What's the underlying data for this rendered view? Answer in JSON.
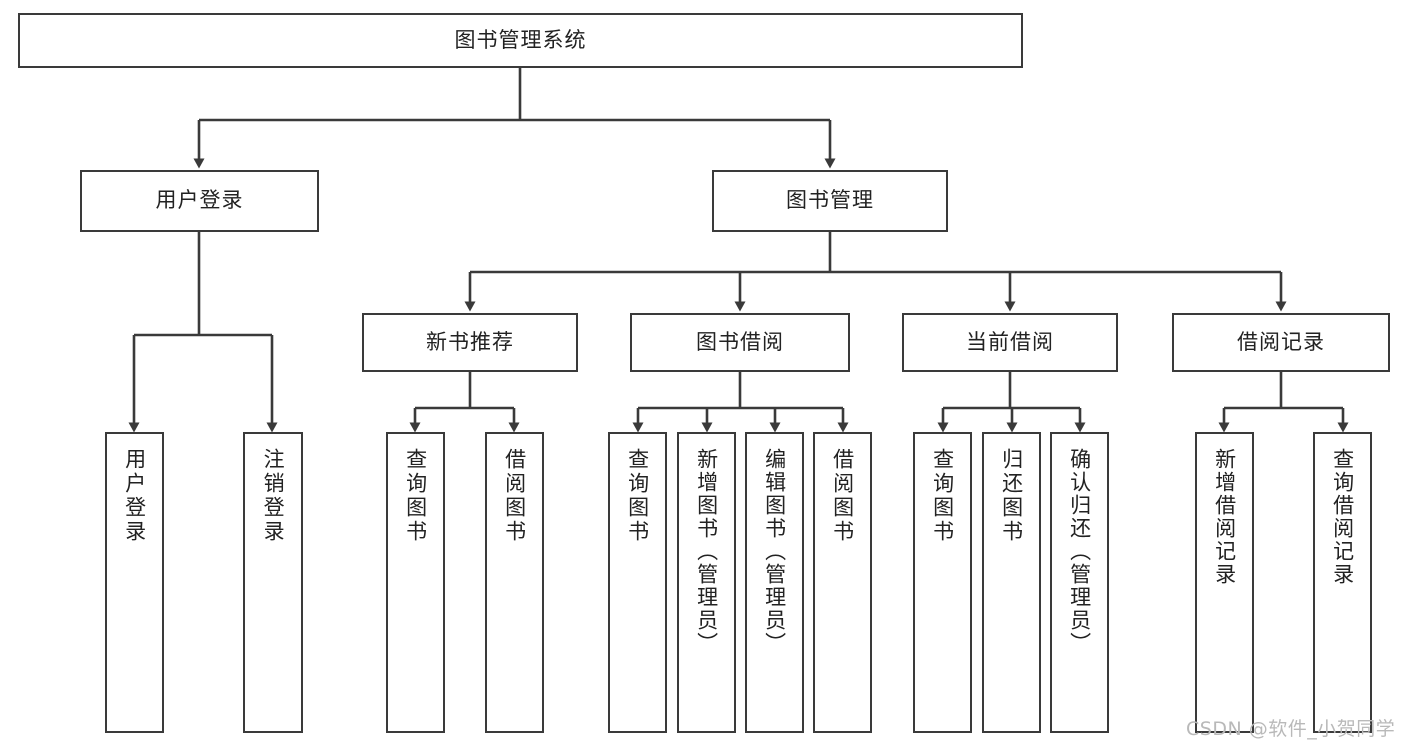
{
  "diagram": {
    "type": "tree-hierarchy-flowchart",
    "title": "图书管理系统",
    "stroke_color": "#3a3a3a",
    "fill_color": "#ffffff",
    "text_color": "#222222",
    "levels": [
      {
        "level": 1,
        "nodes": [
          {
            "id": "root",
            "label": "图书管理系统",
            "orientation": "horizontal"
          }
        ]
      },
      {
        "level": 2,
        "nodes": [
          {
            "id": "login",
            "label": "用户登录",
            "orientation": "horizontal",
            "parent": "root"
          },
          {
            "id": "bookmgmt",
            "label": "图书管理",
            "orientation": "horizontal",
            "parent": "root"
          }
        ]
      },
      {
        "level": 3,
        "nodes": [
          {
            "id": "newbook",
            "label": "新书推荐",
            "orientation": "horizontal",
            "parent": "bookmgmt"
          },
          {
            "id": "borrow",
            "label": "图书借阅",
            "orientation": "horizontal",
            "parent": "bookmgmt"
          },
          {
            "id": "current",
            "label": "当前借阅",
            "orientation": "horizontal",
            "parent": "bookmgmt"
          },
          {
            "id": "record",
            "label": "借阅记录",
            "orientation": "horizontal",
            "parent": "bookmgmt"
          }
        ]
      },
      {
        "level": 4,
        "nodes": [
          {
            "id": "leaf-user-login",
            "label": "用户登录",
            "orientation": "vertical",
            "parent": "login"
          },
          {
            "id": "leaf-user-logout",
            "label": "注销登录",
            "orientation": "vertical",
            "parent": "login"
          },
          {
            "id": "leaf-nb-query",
            "label": "查询图书",
            "orientation": "vertical",
            "parent": "newbook"
          },
          {
            "id": "leaf-nb-borrow",
            "label": "借阅图书",
            "orientation": "vertical",
            "parent": "newbook"
          },
          {
            "id": "leaf-bw-query",
            "label": "查询图书",
            "orientation": "vertical",
            "parent": "borrow"
          },
          {
            "id": "leaf-bw-add",
            "label": "新增图书（管理员）",
            "orientation": "vertical",
            "parent": "borrow"
          },
          {
            "id": "leaf-bw-edit",
            "label": "编辑图书（管理员）",
            "orientation": "vertical",
            "parent": "borrow"
          },
          {
            "id": "leaf-bw-borrow",
            "label": "借阅图书",
            "orientation": "vertical",
            "parent": "borrow"
          },
          {
            "id": "leaf-cur-query",
            "label": "查询图书",
            "orientation": "vertical",
            "parent": "current"
          },
          {
            "id": "leaf-cur-return",
            "label": "归还图书",
            "orientation": "vertical",
            "parent": "current"
          },
          {
            "id": "leaf-cur-confirm",
            "label": "确认归还（管理员）",
            "orientation": "vertical",
            "parent": "current"
          },
          {
            "id": "leaf-rec-add",
            "label": "新增借阅记录",
            "orientation": "vertical",
            "parent": "record"
          },
          {
            "id": "leaf-rec-query",
            "label": "查询借阅记录",
            "orientation": "vertical",
            "parent": "record"
          }
        ]
      }
    ]
  },
  "watermark": {
    "text": "CSDN @软件_小贺同学"
  }
}
